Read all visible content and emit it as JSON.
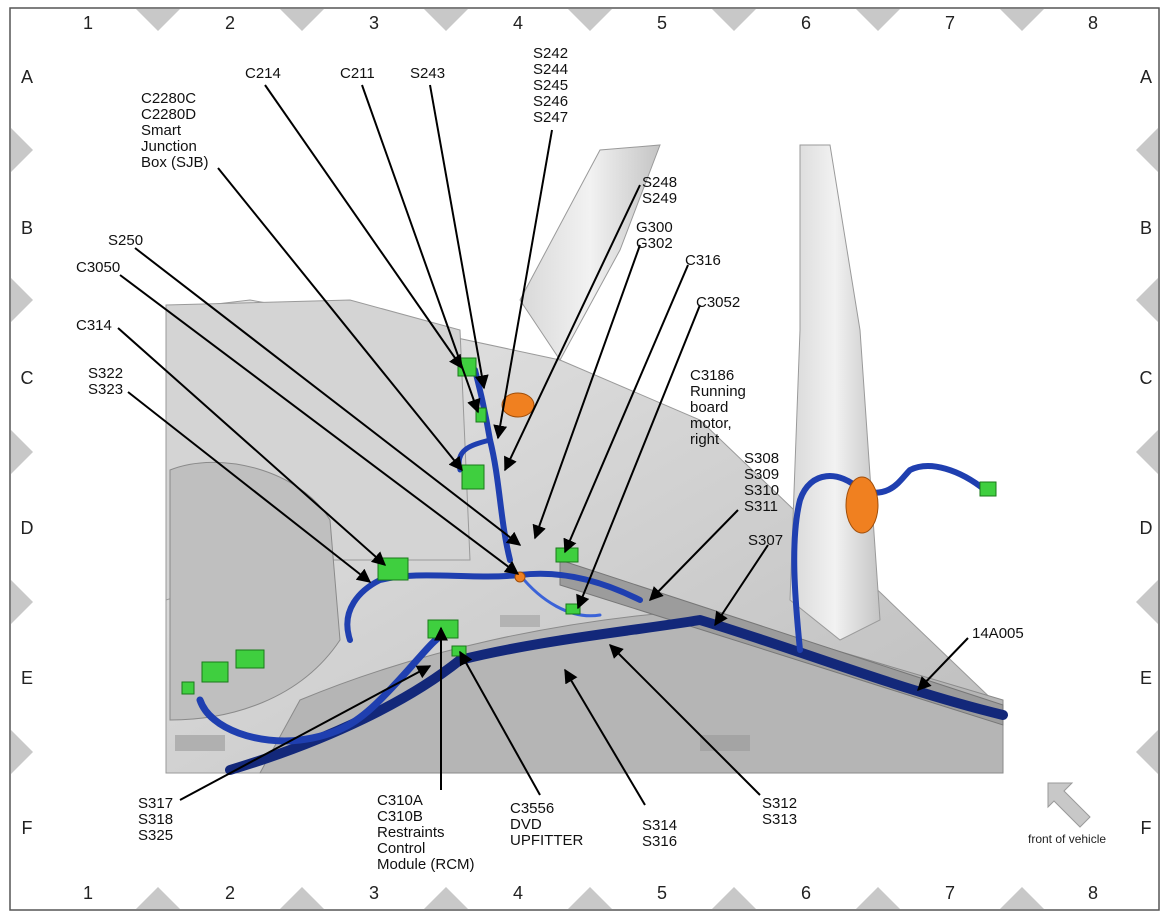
{
  "grid": {
    "columns": [
      "1",
      "2",
      "3",
      "4",
      "5",
      "6",
      "7",
      "8"
    ],
    "rows": [
      "A",
      "B",
      "C",
      "D",
      "E",
      "F"
    ]
  },
  "callouts": [
    {
      "id": "c2280",
      "lines": [
        "C2280C",
        "C2280D",
        "Smart",
        "Junction",
        "Box (SJB)"
      ]
    },
    {
      "id": "c214",
      "lines": [
        "C214"
      ]
    },
    {
      "id": "c211",
      "lines": [
        "C211"
      ]
    },
    {
      "id": "s243",
      "lines": [
        "S243"
      ]
    },
    {
      "id": "s242",
      "lines": [
        "S242",
        "S244",
        "S245",
        "S246",
        "S247"
      ]
    },
    {
      "id": "s248",
      "lines": [
        "S248",
        "S249"
      ]
    },
    {
      "id": "g300",
      "lines": [
        "G300",
        "G302"
      ]
    },
    {
      "id": "c316",
      "lines": [
        "C316"
      ]
    },
    {
      "id": "c3052",
      "lines": [
        "C3052"
      ]
    },
    {
      "id": "c3186",
      "lines": [
        "C3186",
        "Running",
        "board",
        "motor,",
        "right"
      ]
    },
    {
      "id": "s308",
      "lines": [
        "S308",
        "S309",
        "S310",
        "S311"
      ]
    },
    {
      "id": "s307",
      "lines": [
        "S307"
      ]
    },
    {
      "id": "h14a005",
      "lines": [
        "14A005"
      ]
    },
    {
      "id": "s250",
      "lines": [
        "S250"
      ]
    },
    {
      "id": "c3050",
      "lines": [
        "C3050"
      ]
    },
    {
      "id": "c314",
      "lines": [
        "C314"
      ]
    },
    {
      "id": "s322",
      "lines": [
        "S322",
        "S323"
      ]
    },
    {
      "id": "s317",
      "lines": [
        "S317",
        "S318",
        "S325"
      ]
    },
    {
      "id": "c310",
      "lines": [
        "C310A",
        "C310B",
        "Restraints",
        "Control",
        "Module (RCM)"
      ]
    },
    {
      "id": "c3556",
      "lines": [
        "C3556",
        "DVD",
        "UPFITTER"
      ]
    },
    {
      "id": "s314",
      "lines": [
        "S314",
        "S316"
      ]
    },
    {
      "id": "s312",
      "lines": [
        "S312",
        "S313"
      ]
    }
  ],
  "front_of_vehicle": "front of vehicle",
  "colors": {
    "harness": "#1f3fb0",
    "harness_dark": "#13287a",
    "connector": "#3fcf3f",
    "orange": "#f08020",
    "body_gray": "#c9c9c9",
    "frame_marker": "#c8c8c8"
  }
}
